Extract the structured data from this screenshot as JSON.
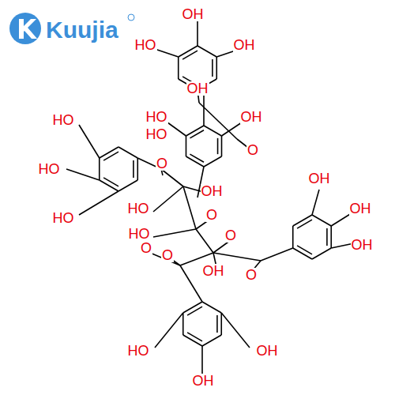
{
  "diagram": {
    "labels": [
      "Kuujia",
      "OH",
      "HO",
      "OH",
      "OH",
      "HO",
      "OH",
      "HO",
      "O",
      "HO",
      "HO",
      "HO",
      "O",
      "OH",
      "HO",
      "O",
      "HO",
      "O",
      "O",
      "OH",
      "O",
      "OH",
      "OH",
      "OH",
      "O",
      "HO",
      "OH",
      "OH"
    ]
  }
}
